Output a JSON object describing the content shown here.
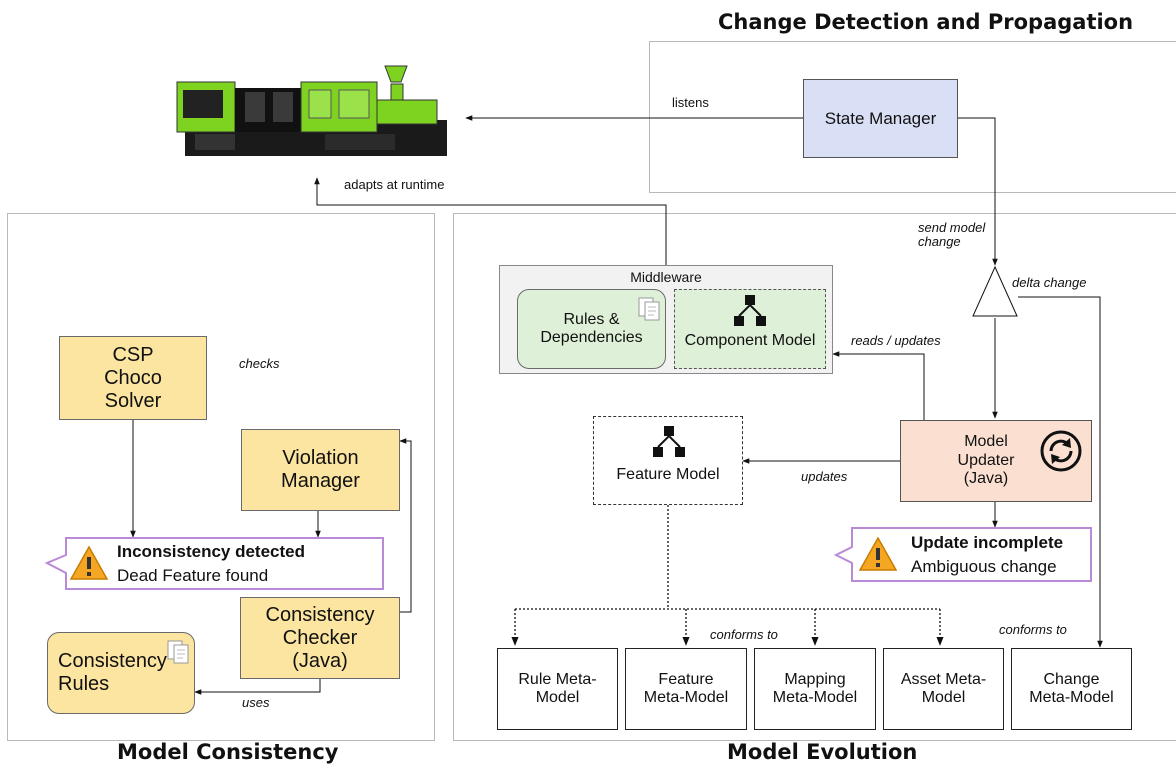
{
  "sections": {
    "change_detection": "Change Detection and Propagation",
    "model_consistency": "Model Consistency",
    "model_evolution": "Model Evolution"
  },
  "nodes": {
    "state_manager": "State Manager",
    "middleware": "Middleware",
    "rules_dependencies": "Rules & Dependencies",
    "component_model": "Component Model",
    "csp_solver": "CSP Choco Solver",
    "violation_manager": "Violation Manager",
    "consistency_checker": "Consistency Checker (Java)",
    "consistency_rules": "Consistency Rules",
    "feature_model": "Feature Model",
    "model_updater": "Model Updater (Java)",
    "meta_models": {
      "rule": "Rule Meta-Model",
      "feature": "Feature Meta-Model",
      "mapping": "Mapping Meta-Model",
      "asset": "Asset Meta-Model",
      "change": "Change Meta-Model"
    }
  },
  "alerts": {
    "inconsistency": {
      "title": "Inconsistency detected",
      "message": "Dead Feature found"
    },
    "update": {
      "title": "Update incomplete",
      "message": "Ambiguous change"
    }
  },
  "edge_labels": {
    "listens": "listens",
    "adapts": "adapts at runtime",
    "send_model_change": "send model change",
    "delta_change": "delta change",
    "reads_updates": "reads / updates",
    "updates": "updates",
    "checks": "checks",
    "uses": "uses",
    "conforms_to_1": "conforms to",
    "conforms_to_2": "conforms to"
  },
  "colors": {
    "state_manager": "#d9dff5",
    "model_updater": "#fbe0d2",
    "consistency": "#fbe5a0",
    "middleware_inner": "#dff0d8",
    "alert_border": "#b98ad6",
    "machine_body": "#7ed321"
  },
  "icons": [
    "machine-image",
    "hierarchy-icon",
    "document-icon",
    "sync-icon",
    "warning-icon"
  ]
}
